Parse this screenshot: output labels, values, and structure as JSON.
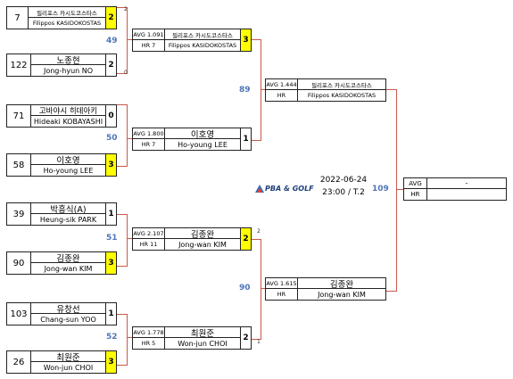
{
  "event": {
    "date": "2022-06-24",
    "time_table": "23:00 / T.2",
    "logo_text": "PBA & GOLF"
  },
  "round1": [
    {
      "seed": "7",
      "kr": "필리포스 카시도코스타스",
      "en": "Filippos KASIDOKOSTAS",
      "score": "2",
      "side": "2"
    },
    {
      "seed": "122",
      "kr": "노종현",
      "en": "Jong-hyun NO",
      "score": "2",
      "side": "0"
    },
    {
      "seed": "71",
      "kr": "고바야시 히데아키",
      "en": "Hideaki KOBAYASHI",
      "score": "0"
    },
    {
      "seed": "58",
      "kr": "이호영",
      "en": "Ho-young LEE",
      "score": "3"
    },
    {
      "seed": "39",
      "kr": "박흥식(A)",
      "en": "Heung-sik PARK",
      "score": "1"
    },
    {
      "seed": "90",
      "kr": "김종완",
      "en": "Jong-wan KIM",
      "score": "3"
    },
    {
      "seed": "103",
      "kr": "유창선",
      "en": "Chang-sun YOO",
      "score": "1"
    },
    {
      "seed": "26",
      "kr": "최원준",
      "en": "Won-jun CHOI",
      "score": "3"
    }
  ],
  "round1_match_numbers": [
    "49",
    "50",
    "51",
    "52"
  ],
  "round2": [
    {
      "avg_label": "AVG",
      "avg": "1.091",
      "hr_label": "HR",
      "hr": "7",
      "kr": "필리포스 카시도코스타스",
      "en": "Filippos KASIDOKOSTAS",
      "score": "3"
    },
    {
      "avg_label": "AVG",
      "avg": "1.800",
      "hr_label": "HR",
      "hr": "7",
      "kr": "이호영",
      "en": "Ho-young LEE",
      "score": "1"
    },
    {
      "avg_label": "AVG",
      "avg": "2.107",
      "hr_label": "HR",
      "hr": "11",
      "kr": "김종완",
      "en": "Jong-wan KIM",
      "score": "2",
      "side": "2"
    },
    {
      "avg_label": "AVG",
      "avg": "1.778",
      "hr_label": "HR",
      "hr": "5",
      "kr": "최원준",
      "en": "Won-jun CHOI",
      "score": "2",
      "side": "1"
    }
  ],
  "round2_match_numbers": [
    "89",
    "90"
  ],
  "round3": [
    {
      "avg_label": "AVG",
      "avg": "1.444",
      "hr_label": "HR",
      "kr": "필리포스 카시도코스타스",
      "en": "Filippos KASIDOKOSTAS"
    },
    {
      "avg_label": "AVG",
      "avg": "1.615",
      "hr_label": "HR",
      "kr": "김종완",
      "en": "Jong-wan KIM"
    }
  ],
  "final": {
    "match_number": "109",
    "avg_label": "AVG",
    "hr_label": "HR",
    "name": "-"
  },
  "colors": {
    "winner": "#ffff00",
    "bracket_line": "#c85a4a",
    "match_number": "#4f74b8"
  }
}
